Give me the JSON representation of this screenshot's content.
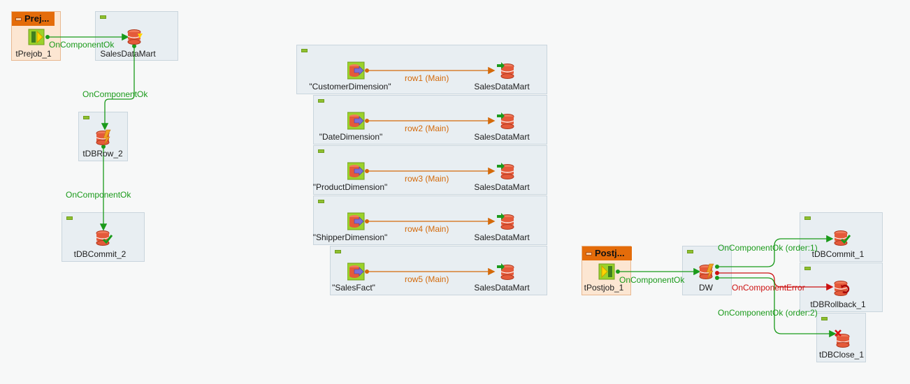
{
  "prejob_title": "Prej...",
  "postjob_title": "Postj...",
  "components": {
    "tprejob": "tPrejob_1",
    "salesdatamart_conn": "SalesDataMart",
    "tdbrow": "tDBRow_2",
    "tdbcommit2": "tDBCommit_2",
    "tpostjob": "tPostjob_1",
    "dw": "DW",
    "tdbcommit1": "tDBCommit_1",
    "tdbrollback": "tDBRollback_1",
    "tdbclose": "tDBClose_1"
  },
  "links": {
    "prejob_ok": "OnComponentOk",
    "conn_to_row_ok": "OnComponentOk",
    "row_to_commit_ok": "OnComponentOk",
    "postjob_ok": "OnComponentOk",
    "dw_ok_1": "OnComponentOk (order:1)",
    "dw_error": "OnComponentError",
    "dw_ok_2": "OnComponentOk (order:2)"
  },
  "flows": [
    {
      "source": "\"CustomerDimension\"",
      "row": "row1 (Main)",
      "target": "SalesDataMart"
    },
    {
      "source": "\"DateDimension\"",
      "row": "row2 (Main)",
      "target": "SalesDataMart"
    },
    {
      "source": "\"ProductDimension\"",
      "row": "row3 (Main)",
      "target": "SalesDataMart"
    },
    {
      "source": "\"ShipperDimension\"",
      "row": "row4 (Main)",
      "target": "SalesDataMart"
    },
    {
      "source": "\"SalesFact\"",
      "row": "row5 (Main)",
      "target": "SalesDataMart"
    }
  ],
  "colors": {
    "ok": "#1a9a1a",
    "error": "#cc1111",
    "row": "#d46a0a",
    "subjob_bg": "#e8eef2",
    "prejob_bg": "#fce6d2"
  }
}
